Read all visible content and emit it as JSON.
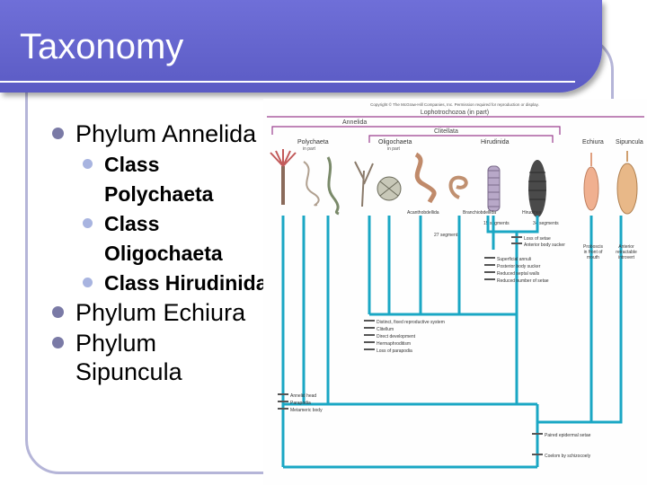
{
  "slide": {
    "title": "Taxonomy",
    "bullets": [
      {
        "text": "Phylum Annelida",
        "subs": [
          "Class Polychaeta",
          "Class Oligochaeta",
          "Class Hirudinida"
        ]
      },
      {
        "text": "Phylum Echiura"
      },
      {
        "text": "Phylum Sipuncula"
      }
    ]
  },
  "cladogram": {
    "copyright": "Copyright © The McGraw-Hill Companies, Inc. Permission required for reproduction or display.",
    "group_top": "Lophotrochozoa (in part)",
    "group_annelida": "Annelida",
    "group_clitellata": "Clitellata",
    "taxa": {
      "polychaeta": "Polychaeta",
      "polychaeta_sub": "in part",
      "oligochaeta": "Oligochaeta",
      "oligochaeta_sub": "in part",
      "hirudinida": "Hirudinida",
      "echiura": "Echiura",
      "sipuncula": "Sipuncula"
    },
    "sub_taxa": [
      "Acanthobdellida",
      "Branchiobdellida",
      "Hirudinea"
    ],
    "segments_15": "15 segments",
    "segments_34": "34 segments",
    "segments_27": "27 segments",
    "leech_traits": [
      "Loss of setae",
      "Anterior body sucker"
    ],
    "hirudinida_traits": [
      "Superficial annuli",
      "Posterior body sucker",
      "Reduced septal walls",
      "Reduced number of setae"
    ],
    "clitellata_traits": [
      "Distinct, fixed reproductive system",
      "Clitellum",
      "Direct development",
      "Hermaphroditism",
      "Loss of parapodia"
    ],
    "annelida_traits": [
      "Annelid head",
      "Parapodia",
      "Metameric body"
    ],
    "paired_setae": "Paired epidermal setae",
    "coelom": "Coelom by schizocoely",
    "echiura_note": [
      "Proboscis",
      "in front of",
      "mouth"
    ],
    "sipuncula_note": [
      "Anterior",
      "retractable",
      "introvert"
    ],
    "colors": {
      "teal": "#1aa7c4",
      "bracket": "#9a3f8f",
      "title_bar": "#5e5ed0",
      "bullet": "#7a7aa6",
      "sub_bullet": "#a8b4e0"
    }
  }
}
